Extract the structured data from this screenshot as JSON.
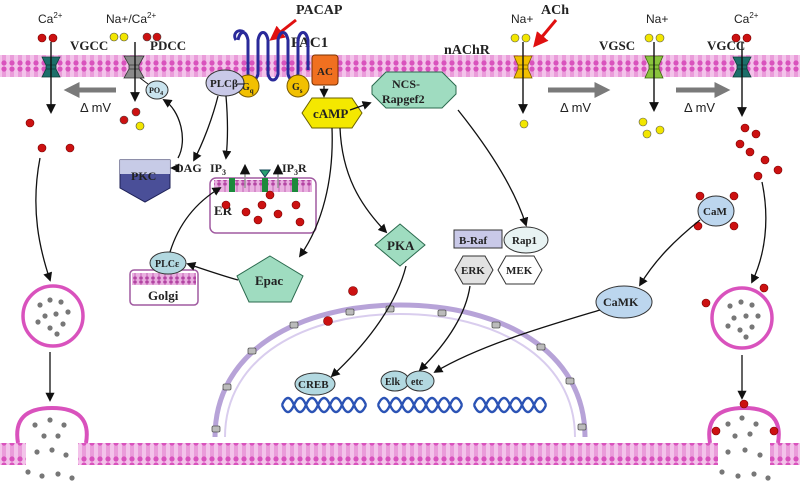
{
  "labels": {
    "pacap": "PACAP",
    "ach": "ACh",
    "pac1": "PAC1",
    "nachr": "nAChR",
    "vgcc_left": "VGCC",
    "vgcc_right": "VGCC",
    "pdcc": "PDCC",
    "vgsc": "VGSC",
    "ion_ca_left": "Ca",
    "ion_ca_left_sup": "2+",
    "ion_naca": "Na+/Ca",
    "ion_naca_sup": "2+",
    "ion_na_1": "Na+",
    "ion_na_2": "Na+",
    "ion_ca_right": "Ca",
    "ion_ca_right_sup": "2+",
    "dmv_1": "Δ mV",
    "dmv_2": "Δ mV",
    "dmv_3": "Δ mV",
    "plc_beta": "PLCβ",
    "po4": "PO",
    "po4_sub": "4",
    "g_q": "G",
    "g_q_sub": "q",
    "g_s": "G",
    "g_s_sub": "s",
    "ac": "AC",
    "camp": "cAMP",
    "ncs_1": "NCS-",
    "ncs_2": "Rapgef2",
    "pkc": "PKC",
    "dag": "DAG",
    "ip3": "IP",
    "ip3_sub": "3",
    "ip3r": "IP",
    "ip3r_sub": "3",
    "ip3r_r": "R",
    "er": "ER",
    "pka": "PKA",
    "epac": "Epac",
    "plc_eps": "PLCε",
    "golgi": "Golgi",
    "braf": "B-Raf",
    "rap1": "Rap1",
    "erk": "ERK",
    "mek": "MEK",
    "cam": "CaM",
    "camk": "CaMK",
    "creb": "CREB",
    "elk": "Elk",
    "etc": "etc"
  },
  "colors": {
    "membrane": "#e070c8",
    "membrane_dark": "#c03aa8",
    "ca_ion": "#cc1111",
    "na_ion": "#f2e600",
    "gprotein": "#f2c000",
    "ac": "#f07020",
    "camp": "#f4e800",
    "node_green": "#9fdcc0",
    "node_blue": "#bcd6ee",
    "pkc_dark": "#2a2f78",
    "receptor_blue": "#2a2a9a",
    "dna": "#2b53b5",
    "arrow_red": "#e01010",
    "arrow_grey": "#7a7a7a"
  }
}
